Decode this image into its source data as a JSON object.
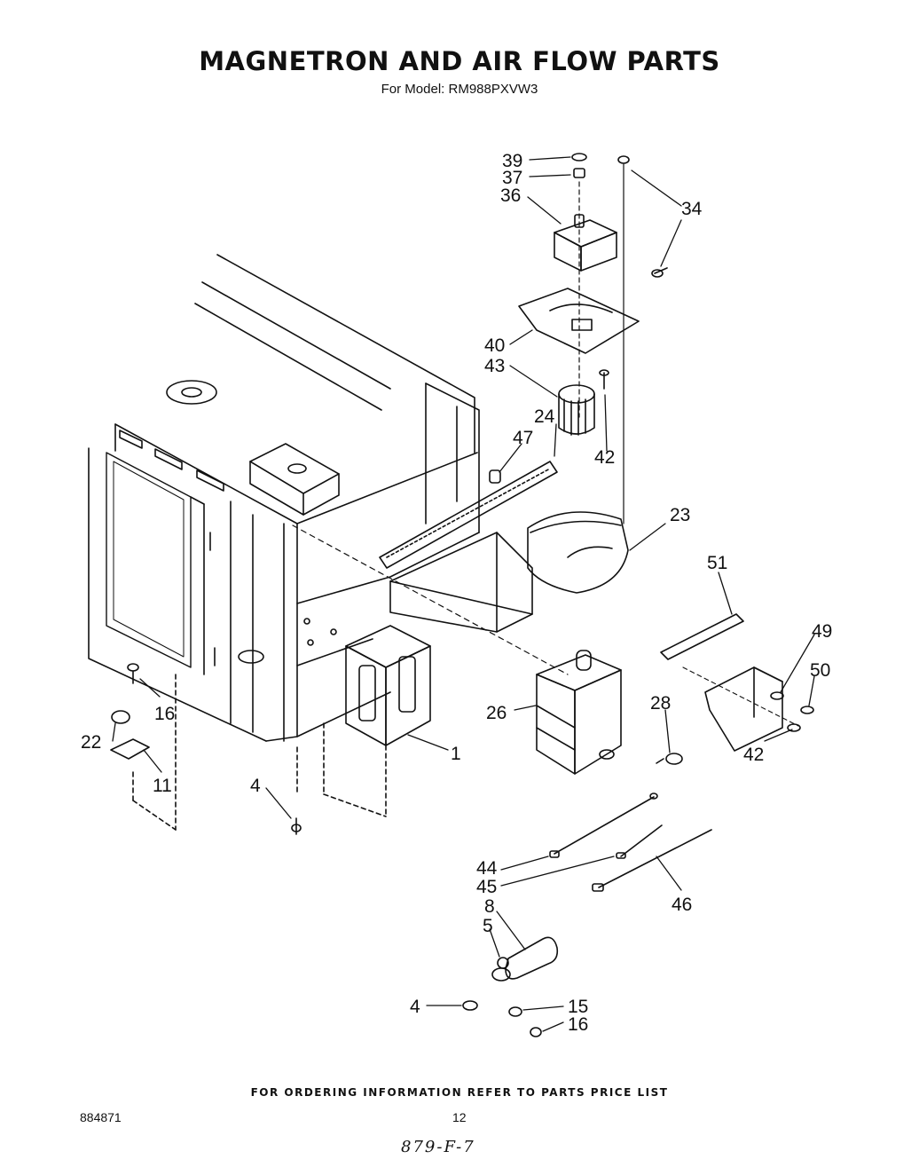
{
  "header": {
    "title": "MAGNETRON AND AIR FLOW PARTS",
    "model_prefix": "For Model:",
    "model": "RM988PXVW3"
  },
  "callouts": {
    "c39": "39",
    "c37": "37",
    "c36": "36",
    "c34": "34",
    "c40": "40",
    "c43": "43",
    "c24": "24",
    "c47": "47",
    "c42a": "42",
    "c23": "23",
    "c51": "51",
    "c49": "49",
    "c50": "50",
    "c26": "26",
    "c28": "28",
    "c42b": "42",
    "c16a": "16",
    "c22": "22",
    "c11": "11",
    "c1": "1",
    "c4a": "4",
    "c44": "44",
    "c45": "45",
    "c46": "46",
    "c8": "8",
    "c5": "5",
    "c4b": "4",
    "c15": "15",
    "c16b": "16"
  },
  "footer": {
    "ordering_note": "FOR ORDERING INFORMATION REFER TO PARTS PRICE LIST",
    "doc_number": "884871",
    "page_number": "12",
    "handwritten_code": "879-F-7"
  }
}
